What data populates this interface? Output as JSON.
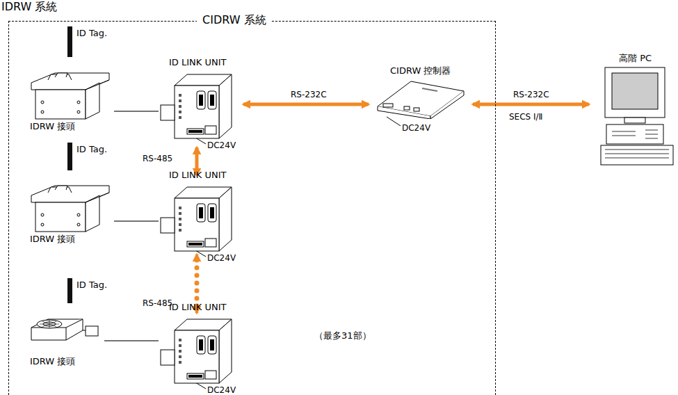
{
  "diagram": {
    "title": "IDRW 系統",
    "nodes": [
      {
        "text": [
          "CIDRW 系統"
        ]
      },
      {
        "text": [
          "IDRW 接頭"
        ],
        "in": 0
      },
      {
        "text": [
          "ID LINK UNIT"
        ],
        "in": 0
      },
      {
        "text": [
          "CIDRW 控制器"
        ],
        "in": 0
      },
      {
        "text": [
          "高階 PC"
        ]
      },
      {
        "text": [
          "IDRW 接頭"
        ],
        "in": 0
      },
      {
        "text": [
          "ID LINK UNIT"
        ],
        "in": 0
      },
      {
        "text": [
          "IDRW 接頭"
        ],
        "in": 0
      },
      {
        "text": [
          "ID LINK UNIT"
        ],
        "in": 0
      }
    ],
    "edges": [
      {
        "from": 1,
        "to": 2,
        "arrow": "none"
      },
      {
        "from": 2,
        "to": 3,
        "label": "RS-232C",
        "arrow": "both"
      },
      {
        "from": 3,
        "to": 4,
        "label": "RS-232C",
        "arrow": "both"
      },
      {
        "from": 2,
        "to": 6,
        "label": "RS-485",
        "arrow": "both"
      },
      {
        "from": 6,
        "to": 8,
        "label": "RS-485",
        "arrow": "both"
      },
      {
        "from": 5,
        "to": 6,
        "arrow": "none"
      },
      {
        "from": 7,
        "to": 8,
        "arrow": "none"
      }
    ],
    "labels": [
      "ID Tag.",
      "ID Tag.",
      "ID Tag.",
      "DC24V",
      "DC24V",
      "DC24V",
      "DC24V",
      "SECS I/Ⅱ",
      "（最多31部）"
    ]
  }
}
